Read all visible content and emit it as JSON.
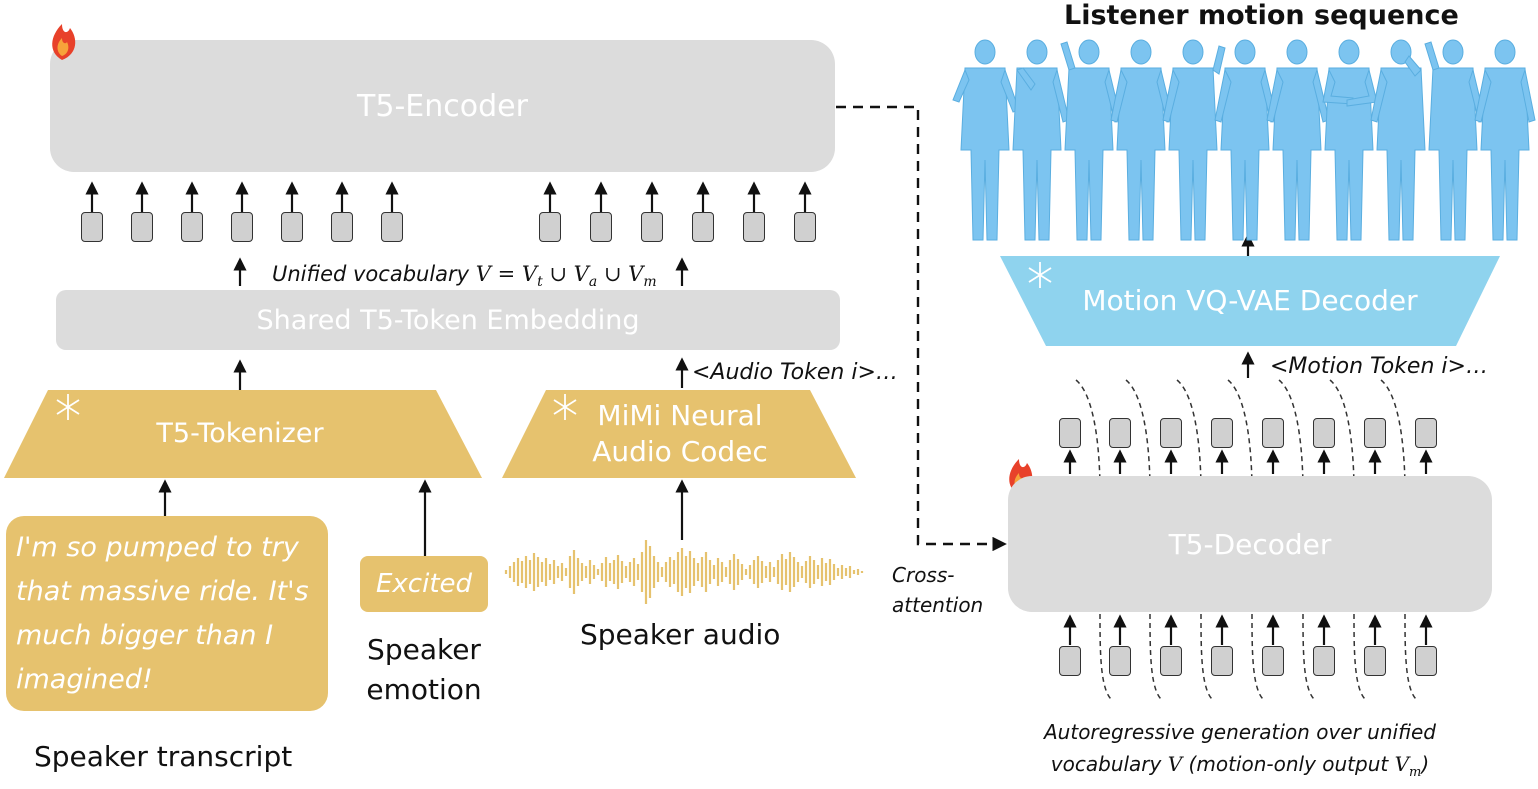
{
  "encoder": {
    "label": "T5-Encoder"
  },
  "embedding": {
    "label": "Shared T5-Token Embedding"
  },
  "vocab": {
    "label_prefix": "Unified vocabulary ",
    "formula": "V = V",
    "sub_t": "t",
    "cup1": " ∪ V",
    "sub_a": "a",
    "cup2": " ∪ V",
    "sub_m": "m"
  },
  "tokenizer": {
    "label": "T5-Tokenizer"
  },
  "codec": {
    "line1": "MiMi Neural",
    "line2": "Audio Codec"
  },
  "audio_token": {
    "label": "<Audio Token i>…"
  },
  "transcript": {
    "lines": [
      "I'm so pumped to try",
      "that massive ride. It's",
      "much bigger than I",
      "imagined!"
    ],
    "caption": "Speaker transcript"
  },
  "emotion": {
    "value": "Excited",
    "caption_line1": "Speaker",
    "caption_line2": "emotion"
  },
  "audio": {
    "caption": "Speaker audio"
  },
  "cross_attention": {
    "line1": "Cross-",
    "line2": "attention"
  },
  "listener": {
    "title": "Listener motion sequence"
  },
  "vqvae": {
    "label": "Motion VQ-VAE Decoder"
  },
  "motion_token": {
    "label": "<Motion Token i>…"
  },
  "decoder": {
    "label": "T5-Decoder"
  },
  "autoregressive": {
    "line1": "Autoregressive generation over unified",
    "line2_a": "vocabulary ",
    "line2_b": "V",
    "line2_c": " (motion-only output ",
    "line2_d": "V",
    "line2_sub": "m",
    "line2_e": ")"
  },
  "icons": {
    "trainable": "flame-icon",
    "frozen": "snowflake-icon"
  },
  "colors": {
    "grey_block": "#dcdcdc",
    "gold": "#e6c26e",
    "blue": "#8fd3ee",
    "figure": "#7cc4f0"
  }
}
